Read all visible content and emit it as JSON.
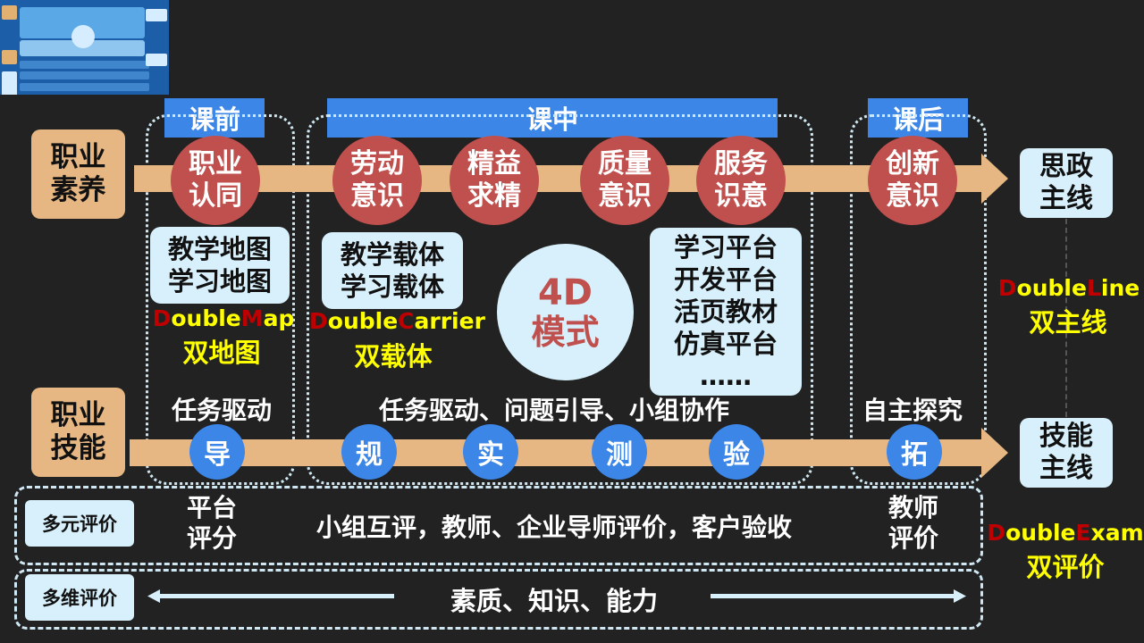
{
  "thumbnail": {
    "description_label": ""
  },
  "phases": {
    "before": "课前",
    "during": "课中",
    "after": "课后"
  },
  "tracks": {
    "literacy": "职业\n素养",
    "skills": "职业\n技能"
  },
  "literacy_nodes": [
    "职业\n认同",
    "劳动\n意识",
    "精益\n求精",
    "质量\n意识",
    "服务\n识意",
    "创新\n意识"
  ],
  "skill_nodes": [
    "导",
    "规",
    "实",
    "测",
    "验",
    "拓"
  ],
  "map_box": "教学地图\n学习地图",
  "carrier_box": "教学载体\n学习载体",
  "platform_box": "学习平台\n开发平台\n活页教材\n仿真平台\n……",
  "center": {
    "top": "4D",
    "bottom": "模式"
  },
  "double_map": {
    "d": "D",
    "ouble": "ouble",
    "m": "M",
    "ap": "ap",
    "cn": "双地图"
  },
  "double_carrier": {
    "d": "D",
    "ouble": "ouble",
    "c": "C",
    "arrier": "arrier",
    "cn": "双载体"
  },
  "double_line": {
    "d": "D",
    "ouble": "ouble",
    "l": "L",
    "ine": "ine",
    "cn": "双主线"
  },
  "double_exam": {
    "d": "D",
    "ouble": "ouble",
    "e": "E",
    "xam": "xam",
    "cn": "双评价"
  },
  "drivers": {
    "before": "任务驱动",
    "during": "任务驱动、问题引导、小组协作",
    "after": "自主探究"
  },
  "right_boxes": {
    "ideology": "思政\n主线",
    "skill": "技能\n主线"
  },
  "eval_multi": {
    "label": "多元评价",
    "platform": "平台\n评分",
    "middle": "小组互评，教师、企业导师评价，客户验收",
    "teacher": "教师\n评价"
  },
  "eval_dim": {
    "label": "多维评价",
    "middle": "素质、知识、能力"
  },
  "colors": {
    "tan": "#e7b783",
    "blue": "#3c86e8",
    "red_circle": "#c0504d",
    "light_box": "#d7f0fb",
    "yellow": "#ffff00",
    "accent_red": "#c00000"
  }
}
